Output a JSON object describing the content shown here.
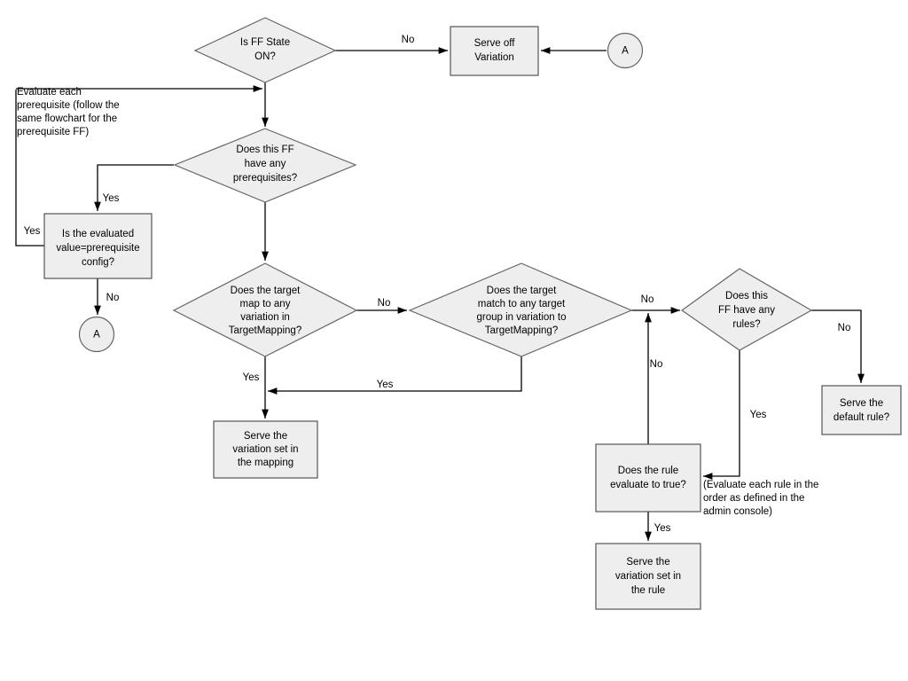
{
  "diagram": {
    "title": "Feature Flag Evaluation Flowchart",
    "background_color": "#ffffff",
    "node_fill": "#eeeeee",
    "node_stroke": "#666666",
    "line_color": "#000000"
  },
  "nodes": {
    "ff_state": {
      "line1": "Is FF State",
      "line2": "ON?"
    },
    "serve_off": {
      "line1": "Serve off",
      "line2": "Variation"
    },
    "connector_a_top": {
      "label": "A"
    },
    "prereq": {
      "line1": "Does this FF",
      "line2": "have any",
      "line3": "prerequisites?"
    },
    "evaluated_value": {
      "line1": "Is the evaluated",
      "line2": "value=prerequisite",
      "line3": "config?"
    },
    "connector_a_left": {
      "label": "A"
    },
    "target_map": {
      "line1": "Does the target",
      "line2": "map to any",
      "line3": "variation in",
      "line4": "TargetMapping?"
    },
    "target_group": {
      "line1": "Does the target",
      "line2": "match to any target",
      "line3": "group in variation to",
      "line4": "TargetMapping?"
    },
    "has_rules": {
      "line1": "Does this",
      "line2": "FF have any",
      "line3": "rules?"
    },
    "serve_mapping": {
      "line1": "Serve the",
      "line2": "variation set in",
      "line3": "the mapping"
    },
    "serve_default": {
      "line1": "Serve the",
      "line2": "default rule?"
    },
    "rule_true": {
      "line1": "Does the rule",
      "line2": "evaluate to true?"
    },
    "serve_rule": {
      "line1": "Serve the",
      "line2": "variation set in",
      "line3": "the rule"
    }
  },
  "edge_labels": {
    "ff_state_no": "No",
    "prereq_yes": "Yes",
    "evaluated_yes": "Yes",
    "evaluated_no": "No",
    "target_map_no": "No",
    "target_map_yes": "Yes",
    "target_group_yes": "Yes",
    "target_group_no": "No",
    "rule_true_no": "No",
    "has_rules_no": "No",
    "has_rules_yes": "Yes",
    "rule_true_yes": "Yes"
  },
  "notes": {
    "prereq_note": {
      "line1": "Evaluate each",
      "line2": "prerequisite (follow the",
      "line3": "same flowchart for the",
      "line4": "prerequisite FF)"
    },
    "rule_order_note": {
      "line1": "(Evaluate each rule in the",
      "line2": "order as defined in the",
      "line3": "admin console)"
    }
  }
}
